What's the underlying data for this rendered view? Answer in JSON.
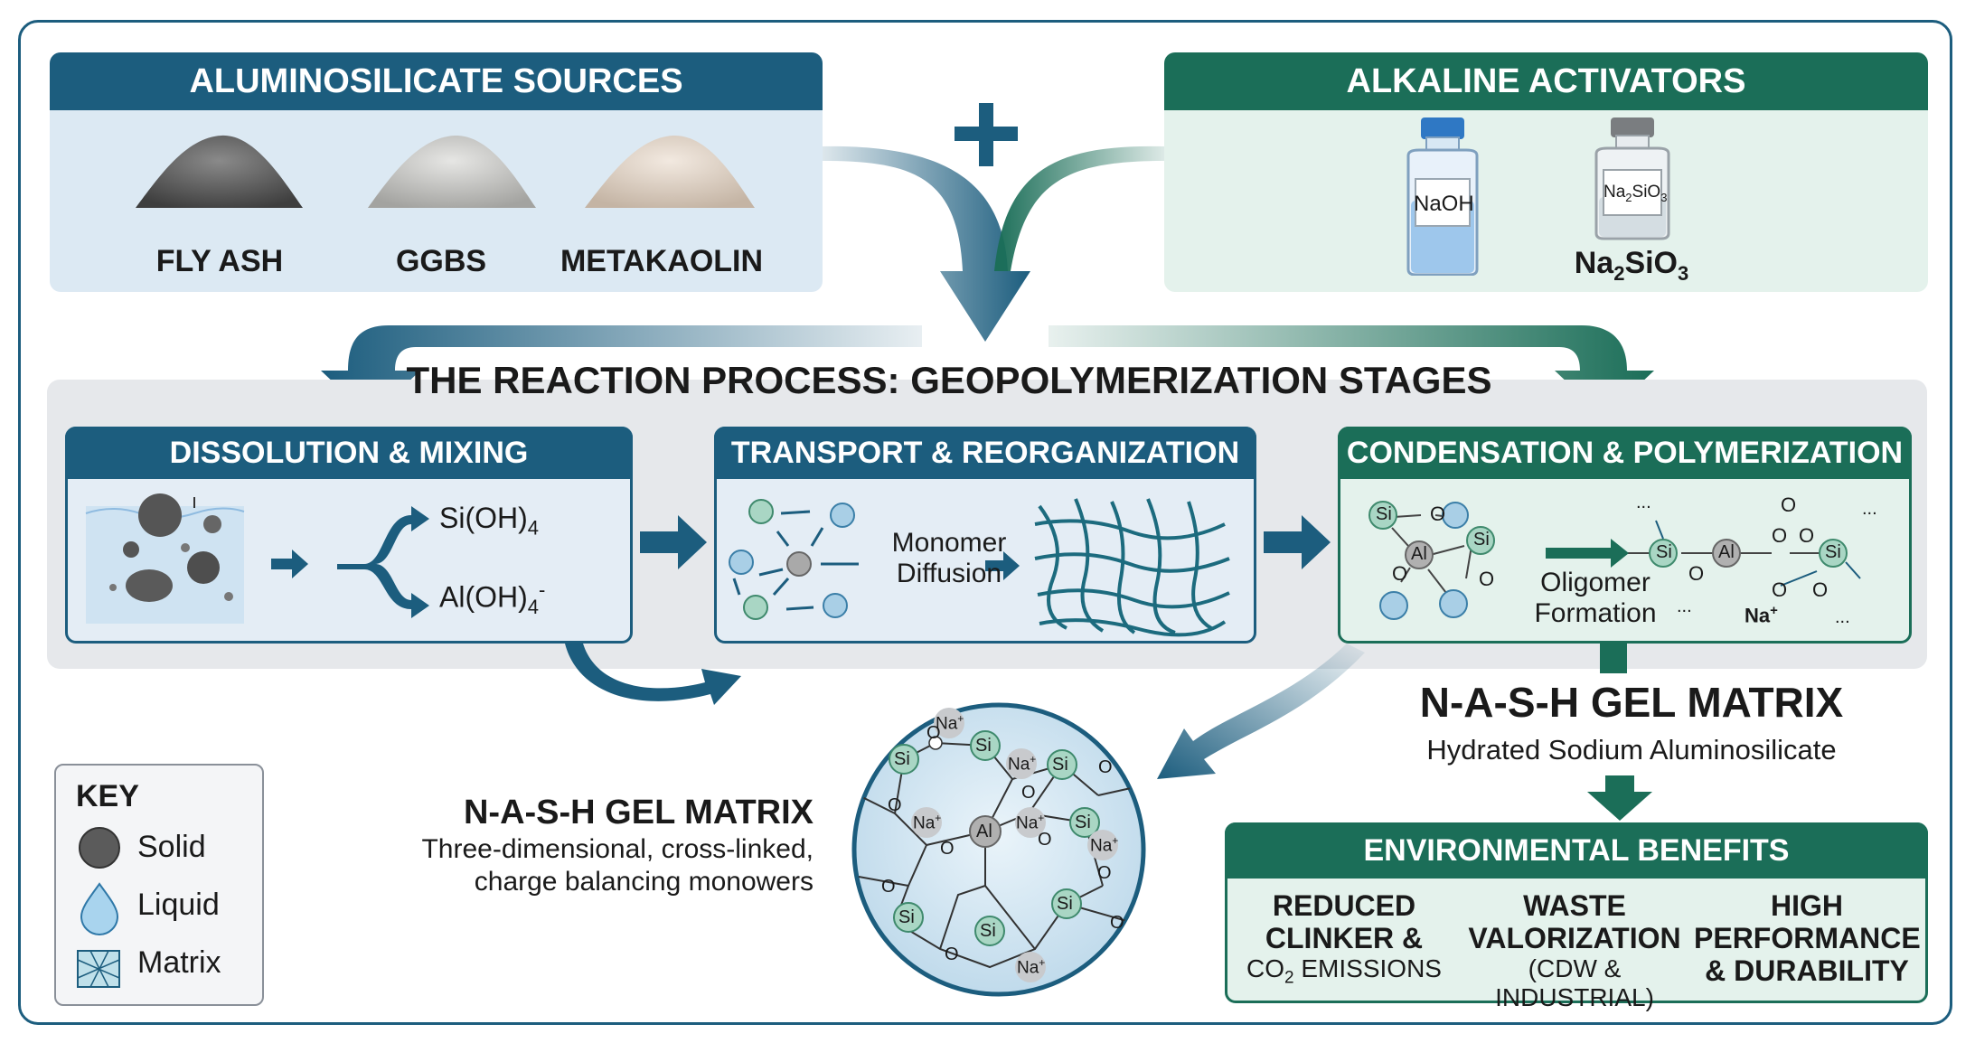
{
  "sources": {
    "header": "ALUMINOSILICATE SOURCES",
    "items": [
      "FLY ASH",
      "GGBS",
      "METAKAOLIN"
    ]
  },
  "activators": {
    "header": "ALKALINE ACTIVATORS",
    "bottle1_label": "NaOH",
    "bottle2_label_main": "Na",
    "bottle2_label_sub": "2",
    "bottle2_label_end": "SiO",
    "bottle2_label_sub2": "3"
  },
  "process": {
    "title": "THE REACTION PROCESS: GEOPOLYMERIZATION STAGES",
    "stage1": {
      "header": "DISSOLUTION & MIXING",
      "product1": "Si(OH)",
      "product1_sub": "4",
      "product2": "Al(OH)",
      "product2_sub": "4",
      "product2_sup": "-"
    },
    "stage2": {
      "header": "TRANSPORT & REORGANIZATION",
      "label_line1": "Monomer",
      "label_line2": "Diffusion"
    },
    "stage3": {
      "header": "CONDENSATION & POLYMERIZATION",
      "label_line1": "Oligomer",
      "label_line2": "Formation",
      "ion": "Na",
      "ion_sup": "+",
      "ellipsis": "..."
    }
  },
  "gel_right": {
    "title": "N-A-S-H GEL MATRIX",
    "subtitle": "Hydrated Sodium Aluminosilicate"
  },
  "gel_left": {
    "title": "N-A-S-H GEL MATRIX",
    "desc_line1": "Three-dimensional, cross-linked,",
    "desc_line2": "charge balancing monowers"
  },
  "molecule_labels": {
    "si": "Si",
    "al": "Al",
    "o": "O",
    "na": "Na",
    "na_sup": "+"
  },
  "key": {
    "title": "KEY",
    "items": [
      "Solid",
      "Liquid",
      "Matrix"
    ]
  },
  "benefits": {
    "header": "ENVIRONMENTAL BENEFITS",
    "b1_line1": "REDUCED",
    "b1_line2": "CLINKER &",
    "b1_sub_a": "CO",
    "b1_sub_b": "2",
    "b1_sub_c": " EMISSIONS",
    "b2_line1": "WASTE",
    "b2_line2": "VALORIZATION",
    "b2_sub": "(CDW & INDUSTRIAL)",
    "b3_line1": "HIGH",
    "b3_line2": "PERFORMANCE",
    "b3_line3": "& DURABILITY"
  },
  "colors": {
    "blue": "#1c5d7e",
    "green": "#1b6e58",
    "light_blue": "#dce9f3",
    "light_green": "#e4f2ec"
  }
}
